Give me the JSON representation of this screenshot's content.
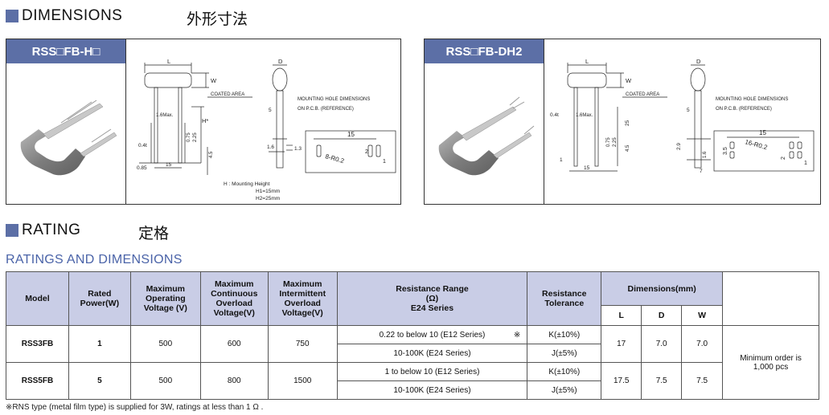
{
  "dimensions_heading": {
    "en": "DIMENSIONS",
    "jp": "外形寸法"
  },
  "rating_heading": {
    "en": "RATING",
    "jp": "定格"
  },
  "subtitle": "RATINGS AND DIMENSIONS",
  "panel_left": {
    "tab": "RSS□FB-H□",
    "labels": {
      "L": "L",
      "D": "D",
      "W": "W",
      "coated_area": "COATED AREA",
      "mount_hole_1": "MOUNTING HOLE DIMENSIONS",
      "mount_hole_2": "ON P.C.B. (REFERENCE)",
      "max": "1.6Max.",
      "h_star": "H*",
      "h_note_1": "H : Mounting Height",
      "h_note_2": "H1=15mm",
      "h_note_3": "H2=25mm",
      "d04": "0.4t",
      "d085": "0.85",
      "d15": "15",
      "d075": "0.75",
      "d225": "2.25",
      "d45": "4.5",
      "d5": "5",
      "d16": "1.6",
      "d13": "1.3",
      "hole15": "15",
      "hole_r": "8-R0.2",
      "hole2": "2",
      "hole1": "1"
    }
  },
  "panel_right": {
    "tab": "RSS□FB-DH2",
    "labels": {
      "L": "L",
      "D": "D",
      "W": "W",
      "coated_area": "COATED AREA",
      "mount_hole_1": "MOUNTING HOLE DIMENSIONS",
      "mount_hole_2": "ON P.C.B. (REFERENCE)",
      "max": "1.6Max.",
      "d25": "25",
      "d04": "0.4t",
      "d1": "1",
      "d15": "15",
      "d075": "0.75",
      "d225": "2.25",
      "d45": "4.5",
      "d5": "5",
      "d29": "2.9",
      "d16": "1.6",
      "d7": "7",
      "hole15": "15",
      "hole_r": "16-R0.2",
      "hole35": "3.5",
      "hole2": "2",
      "hole1": "1"
    }
  },
  "table": {
    "headers": {
      "model": "Model",
      "rated_power": "Rated Power(W)",
      "max_op_voltage": "Maximum Operating Voltage (V)",
      "max_cont_overload": "Maximum Continuous Overload Voltage(V)",
      "max_int_overload": "Maximum Intermittent Overload Voltage(V)",
      "res_range_1": "Resistance Range",
      "res_range_2": "(Ω)",
      "res_range_3": "E24 Series",
      "tolerance": "Resistance Tolerance",
      "dimensions": "Dimensions(mm)",
      "dim_L": "L",
      "dim_D": "D",
      "dim_W": "W"
    },
    "rows": [
      {
        "model": "RSS3FB",
        "power": "1",
        "op_voltage": "500",
        "cont_overload": "600",
        "int_overload": "750",
        "ranges": [
          {
            "range": "0.22 to below 10 (E12 Series)",
            "mark": "※",
            "tolerance": "K(±10%)"
          },
          {
            "range": "10-100K (E24 Series)",
            "mark": "",
            "tolerance": "J(±5%)"
          }
        ],
        "L": "17",
        "D": "7.0",
        "W": "7.0"
      },
      {
        "model": "RSS5FB",
        "power": "5",
        "op_voltage": "500",
        "cont_overload": "800",
        "int_overload": "1500",
        "ranges": [
          {
            "range": "1 to below 10 (E12 Series)",
            "mark": "",
            "tolerance": "K(±10%)"
          },
          {
            "range": "10-100K (E24 Series)",
            "mark": "",
            "tolerance": "J(±5%)"
          }
        ],
        "L": "17.5",
        "D": "7.5",
        "W": "7.5"
      }
    ],
    "min_order_1": "Minimum order is",
    "min_order_2": "1,000 pcs"
  },
  "footnote": "※RNS type (metal film type) is supplied for 3W, ratings at less than 1 Ω ."
}
